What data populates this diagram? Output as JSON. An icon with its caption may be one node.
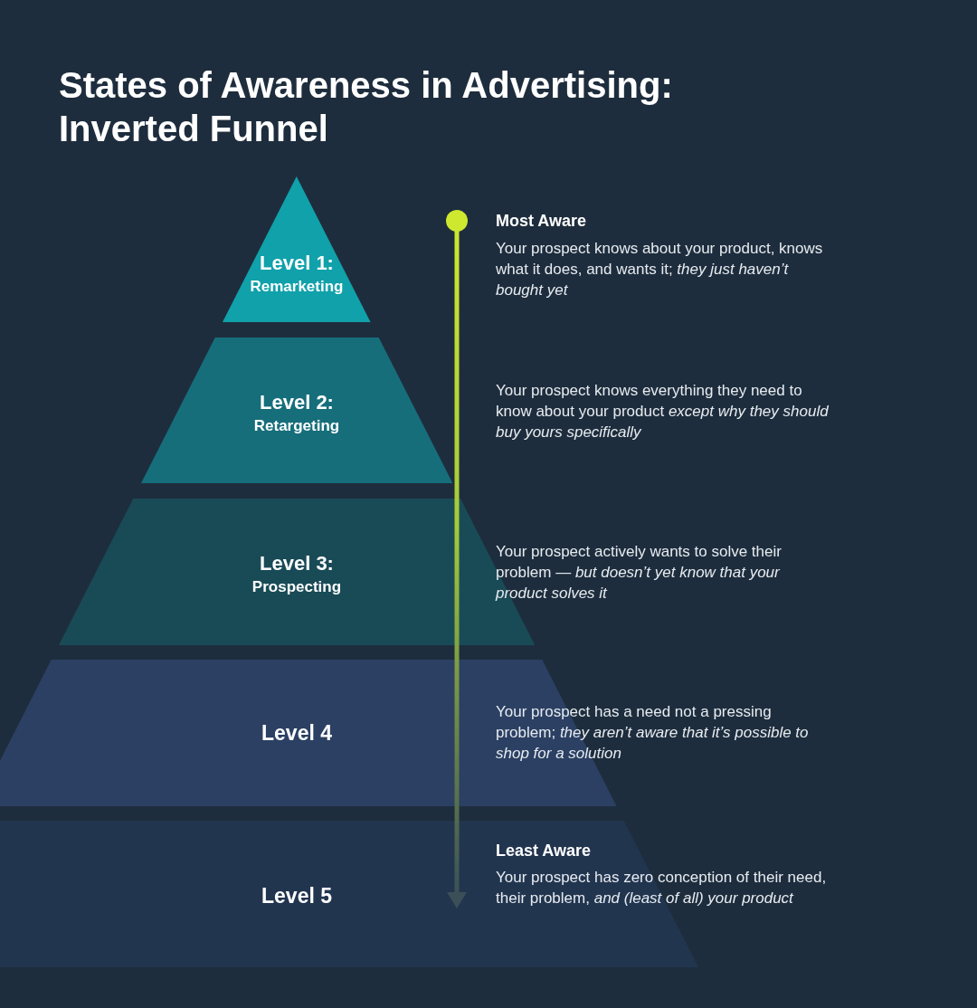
{
  "diagram": {
    "title": "States of Awareness in Advertising: Inverted Funnel",
    "nodes": [
      {
        "text": [
          "Level 1:",
          "Remarketing"
        ]
      },
      {
        "text": [
          "Level 2:",
          "Retargeting"
        ]
      },
      {
        "text": [
          "Level 3:",
          "Prospecting"
        ]
      },
      {
        "text": [
          "Level 4"
        ]
      },
      {
        "text": [
          "Level 5"
        ]
      }
    ],
    "labels": [
      "Most Aware",
      "Your prospect knows about your product, knows what it does, and wants it; *they just haven’t bought yet*",
      "Your prospect knows everything they need to know about your product *except why they should buy yours specifically*",
      "Your prospect actively wants to solve their problem — *but doesn’t yet know that your product solves it*",
      "Your prospect has a need not a pressing problem; *they aren’t aware that it’s possible to shop for a solution*",
      "Least Aware",
      "Your prospect has zero conception of their need, their problem, *and (least of all) your product*"
    ]
  }
}
